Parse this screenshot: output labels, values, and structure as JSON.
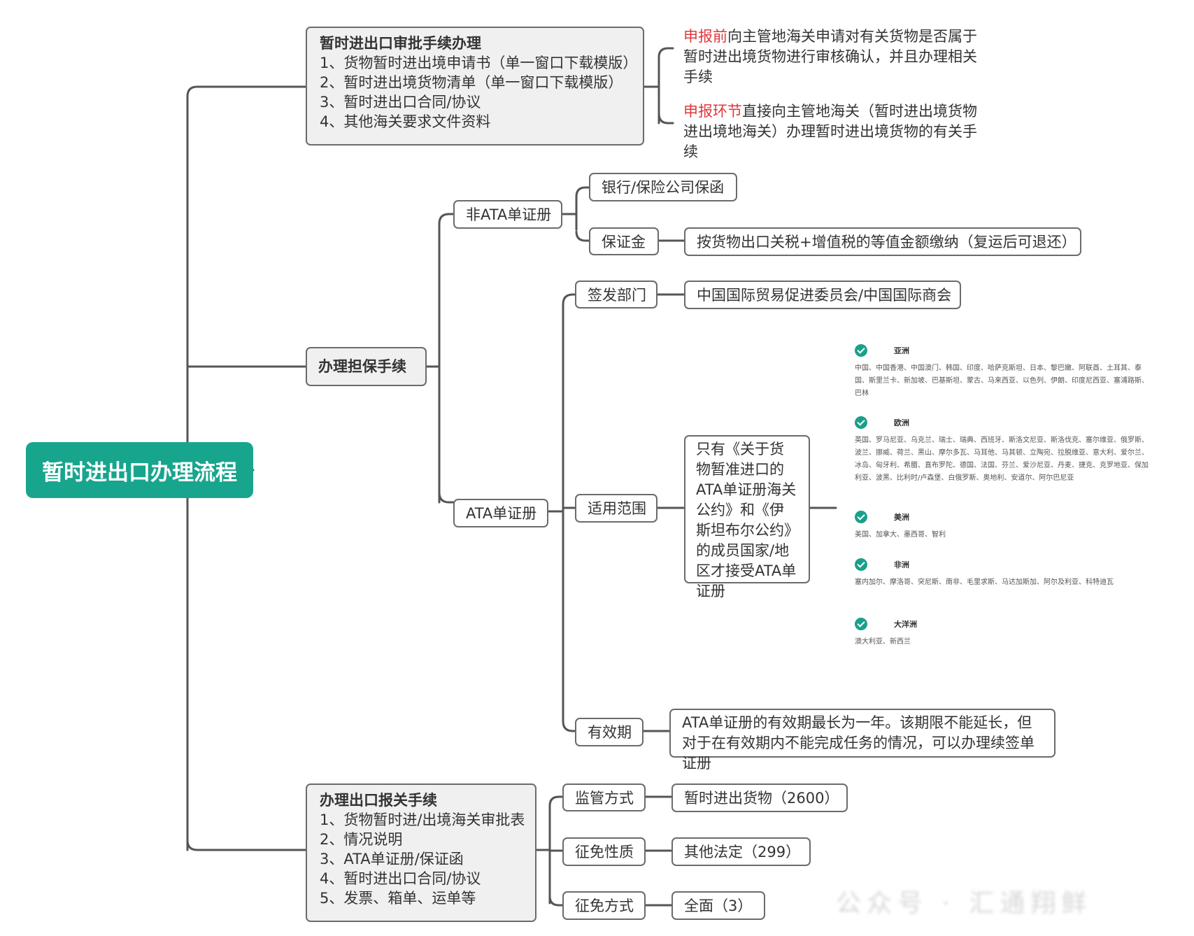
{
  "root": "暂时进出口办理流程",
  "approval": {
    "title": "暂时进出口审批手续办理",
    "items": [
      "1、货物暂时进出境申请书（单一窗口下载模版）",
      "2、暂时进出境货物清单（单一窗口下载模版）",
      "3、暂时进出口合同/协议",
      "4、其他海关要求文件资料"
    ],
    "note1_highlight": "申报前",
    "note1_text": "向主管地海关申请对有关货物是否属于暂时进出境货物进行审核确认，并且办理相关手续",
    "note2_highlight": "申报环节",
    "note2_text": "直接向主管地海关（暂时进出境货物进出境地海关）办理暂时进出境货物的有关手续"
  },
  "guarantee": {
    "title": "办理担保手续",
    "non_ata": {
      "label": "非ATA单证册",
      "bank": "银行/保险公司保函",
      "deposit": "保证金",
      "deposit_detail": "按货物出口关税+增值税的等值金额缴纳（复运后可退还）"
    },
    "ata": {
      "label": "ATA单证册",
      "issuer_label": "签发部门",
      "issuer": "中国国际贸易促进委员会/中国国际商会",
      "scope_label": "适用范围",
      "scope_text": "只有《关于货物暂准进口的ATA单证册海关公约》和《伊斯坦布尔公约》的成员国家/地区才接受ATA单证册",
      "validity_label": "有效期",
      "validity_text": "ATA单证册的有效期最长为一年。该期限不能延长，但对于在有效期内不能完成任务的情况，可以办理续签单证册"
    }
  },
  "regions": [
    {
      "name": "亚洲",
      "countries": "中国、中国香港、中国澳门、韩国、印度、哈萨克斯坦、日本、黎巴嫩、阿联酋、土耳其、泰国、斯里兰卡、新加坡、巴基斯坦、蒙古、马来西亚、以色列、伊朗、印度尼西亚、塞浦路斯、巴林"
    },
    {
      "name": "欧洲",
      "countries": "英国、罗马尼亚、乌克兰、瑞士、瑞典、西班牙、斯洛文尼亚、斯洛伐克、塞尔维亚、俄罗斯、波兰、挪威、荷兰、黑山、摩尔多瓦、马耳他、马其顿、立陶宛、拉脱维亚、意大利、爱尔兰、冰岛、匈牙利、希腊、直布罗陀、德国、法国、芬兰、爱沙尼亚、丹麦、捷克、克罗地亚、保加利亚、波黑、比利时/卢森堡、白俄罗斯、奥地利、安道尔、阿尔巴尼亚"
    },
    {
      "name": "美洲",
      "countries": "美国、加拿大、墨西哥、智利"
    },
    {
      "name": "非洲",
      "countries": "塞内加尔、摩洛哥、突尼斯、南非、毛里求斯、马达加斯加、阿尔及利亚、科特迪瓦"
    },
    {
      "name": "大洋洲",
      "countries": "澳大利亚、新西兰"
    }
  ],
  "export": {
    "title": "办理出口报关手续",
    "items": [
      "1、货物暂时进/出境海关审批表",
      "2、情况说明",
      "3、ATA单证册/保证函",
      "4、暂时进出口合同/协议",
      "5、发票、箱单、运单等"
    ],
    "supervision_label": "监管方式",
    "supervision_value": "暂时进出货物（2600）",
    "tax_nature_label": "征免性质",
    "tax_nature_value": "其他法定（299）",
    "tax_method_label": "征免方式",
    "tax_method_value": "全面（3）"
  },
  "watermark": "公众号 · 汇通翔鲜"
}
